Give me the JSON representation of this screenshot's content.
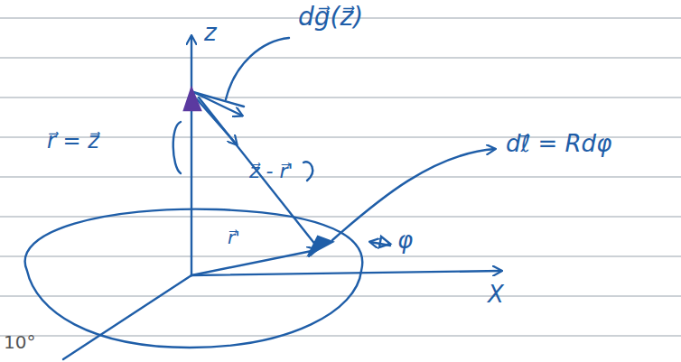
{
  "diagram": {
    "labels": [
      "z",
      "dg⃗(z⃗)",
      "r⃗ = z⃗",
      "z⃗ - r⃗'",
      "dℓ⃗ = Rdφ",
      "r⃗'",
      "φ",
      "X",
      "10°"
    ]
  }
}
